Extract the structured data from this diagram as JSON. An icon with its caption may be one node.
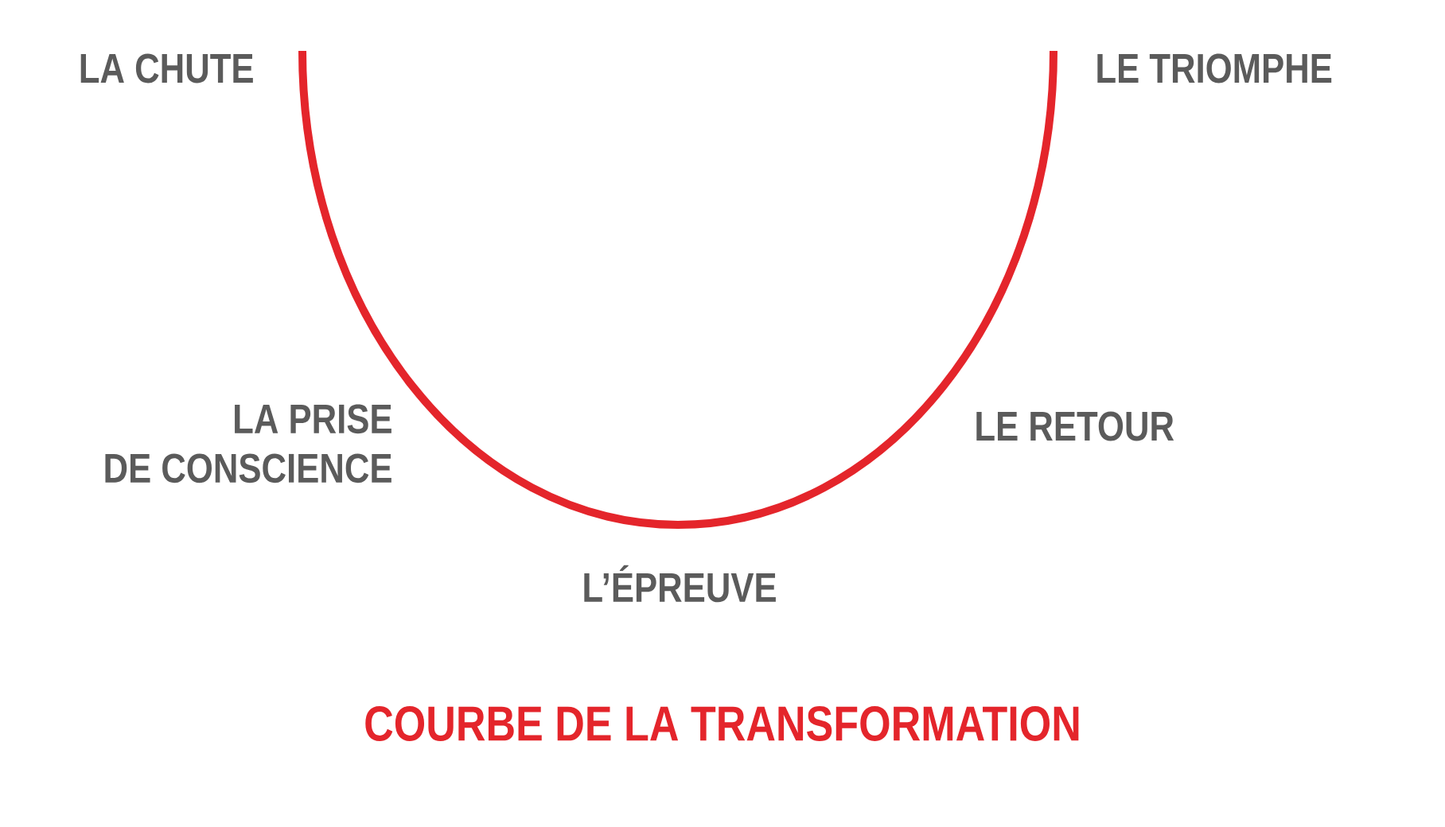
{
  "diagram": {
    "caption": "COURBE DE LA TRANSFORMATION",
    "labels": [
      "LA CHUTE",
      "LE TRIOMPHE",
      "LA PRISE DE CONSCIENCE",
      "LE RETOUR",
      "L’ÉPREUVE"
    ]
  }
}
